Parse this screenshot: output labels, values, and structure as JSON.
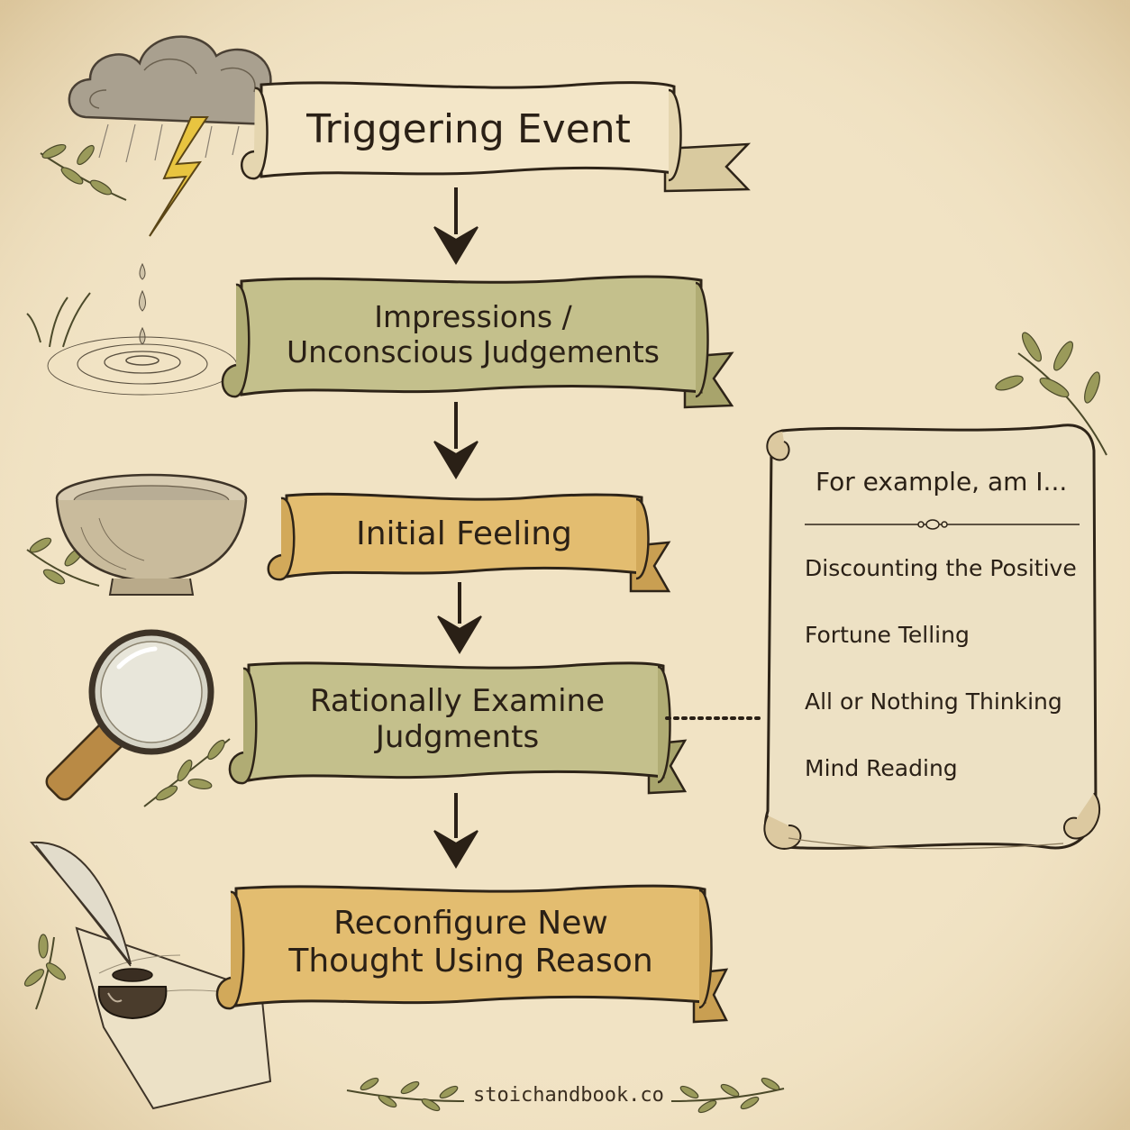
{
  "steps": {
    "triggering": "Triggering Event",
    "impressions_line1": "Impressions /",
    "impressions_line2": "Unconscious Judgements",
    "initial": "Initial Feeling",
    "examine_line1": "Rationally Examine",
    "examine_line2": "Judgments",
    "reconfigure_line1": "Reconfigure New",
    "reconfigure_line2": "Thought Using Reason"
  },
  "examples": {
    "heading": "For example, am I...",
    "items": [
      "Discounting the Positive",
      "Fortune Telling",
      "All or Nothing Thinking",
      "Mind Reading"
    ]
  },
  "footer": {
    "site": "stoichandbook.co"
  },
  "colors": {
    "parchment": "#f1e3c4",
    "ink": "#2a2016",
    "banner_cream": "#f3e6c8",
    "banner_olive": "#c4c08c",
    "banner_gold": "#e3bd70",
    "lightning": "#e8c440"
  },
  "icons": [
    "storm-cloud-icon",
    "lightning-icon",
    "water-drop-ripple-icon",
    "bowl-icon",
    "magnifying-glass-icon",
    "quill-ink-icon",
    "olive-branch-icon"
  ]
}
